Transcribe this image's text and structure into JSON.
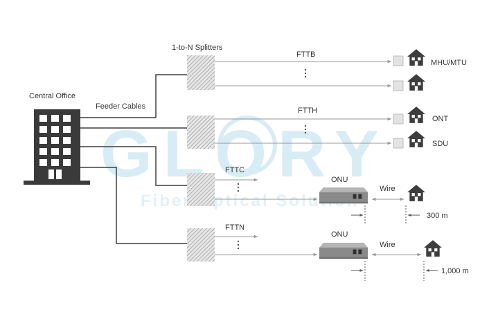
{
  "diagram": {
    "labels": {
      "central_office": "Central Office",
      "feeder_cables": "Feeder Cables",
      "splitters": "1-to-N Splitters",
      "fttb": "FTTB",
      "ftth": "FTTH",
      "fttc": "FTTC",
      "fttn": "FTTN",
      "mhu_mtu": "MHU/MTU",
      "ont": "ONT",
      "sdu": "SDU",
      "onu_curb": "ONU",
      "onu_node": "ONU",
      "wire_curb": "Wire",
      "wire_node": "Wire",
      "dist_curb": "300 m",
      "dist_node": "1,000 m"
    },
    "watermark": {
      "brand": "GLORY",
      "tagline": "Fiber Optical Solution"
    }
  },
  "colors": {
    "line": "#999999",
    "dark": "#3d3d3d",
    "building": "#3a3a3a",
    "watermark": "#d8ecf5",
    "onu_body": "#8a8a8a"
  }
}
